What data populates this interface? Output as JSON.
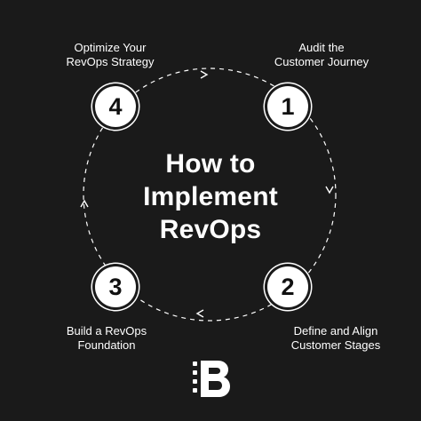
{
  "title_lines": [
    "How to",
    "Implement",
    "RevOps"
  ],
  "steps": [
    {
      "number": "1",
      "label_lines": [
        "Audit the",
        "Customer Journey"
      ]
    },
    {
      "number": "2",
      "label_lines": [
        "Define and Align",
        "Customer Stages"
      ]
    },
    {
      "number": "3",
      "label_lines": [
        "Build a RevOps",
        "Foundation"
      ]
    },
    {
      "number": "4",
      "label_lines": [
        "Optimize Your",
        "RevOps Strategy"
      ]
    }
  ],
  "colors": {
    "background": "#1a1a1a",
    "foreground": "#ffffff",
    "circle_text": "#111111"
  },
  "logo": {
    "icon": "b-letter-logo-icon"
  }
}
